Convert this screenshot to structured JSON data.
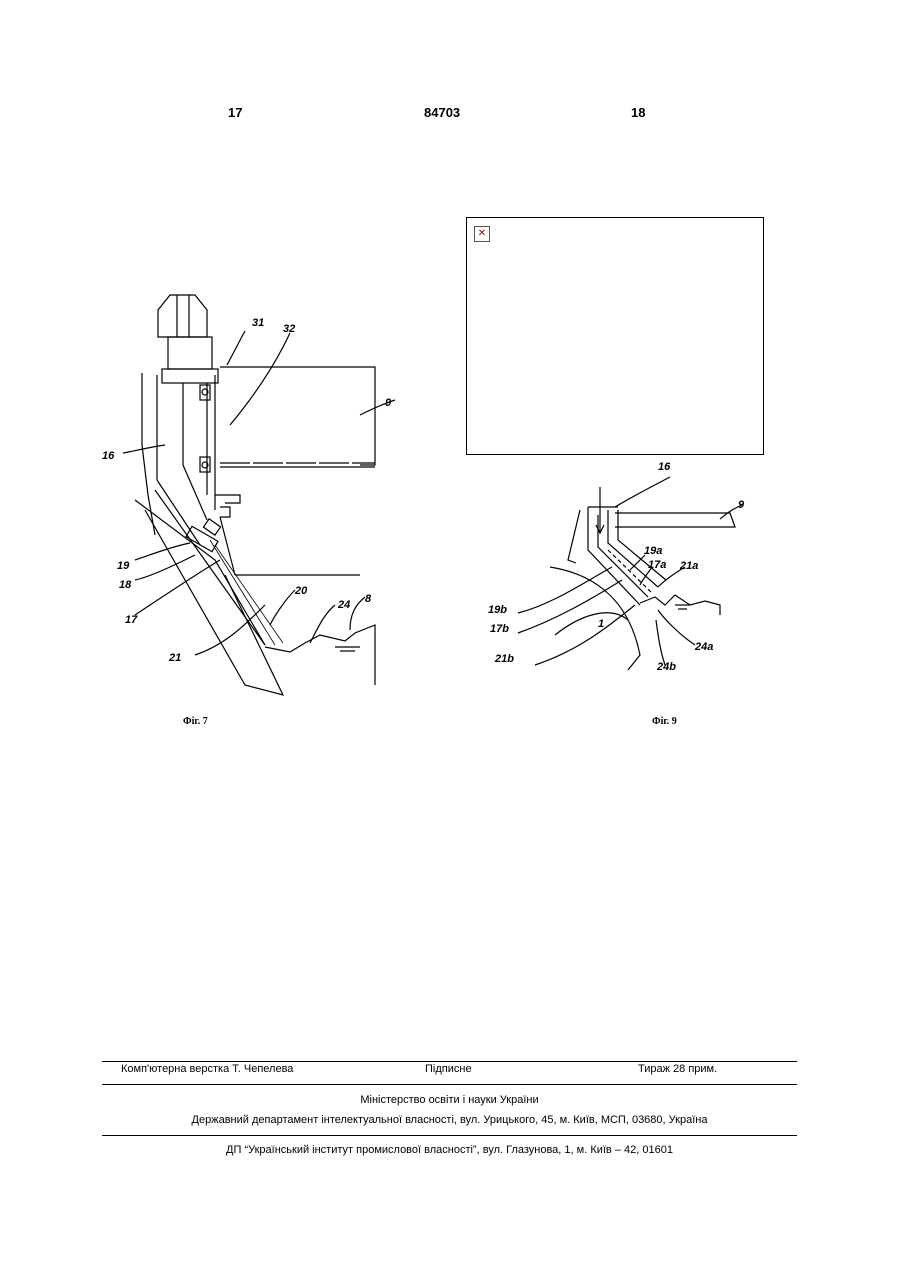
{
  "header": {
    "page_left": "17",
    "patent_number": "84703",
    "page_right": "18"
  },
  "figures": {
    "fig7": {
      "caption": "Фіг. 7",
      "labels": {
        "l31": "31",
        "l32": "32",
        "l9": "9",
        "l16": "16",
        "l19": "19",
        "l18": "18",
        "l17": "17",
        "l20": "20",
        "l24": "24",
        "l8": "8",
        "l21": "21"
      }
    },
    "fig9": {
      "caption": "Фіг. 9",
      "labels": {
        "l16": "16",
        "l9": "9",
        "l19a": "19a",
        "l17a": "17a",
        "l21a": "21a",
        "l19b": "19b",
        "l17b": "17b",
        "l1": "1",
        "l24a": "24a",
        "l21b": "21b",
        "l24b": "24b"
      }
    },
    "broken_image_icon": "broken-image-icon"
  },
  "footer": {
    "layout": "Комп'ютерна верстка Т. Чепелева",
    "subscription": "Підписне",
    "circulation": "Тираж 28 прим.",
    "ministry": "Міністерство освіти і науки України",
    "department": "Державний департамент інтелектуальної власності, вул. Урицького, 45, м. Київ, МСП, 03680, Україна",
    "institute": "ДП “Український інститут промислової власності”, вул. Глазунова, 1, м. Київ – 42, 01601"
  }
}
